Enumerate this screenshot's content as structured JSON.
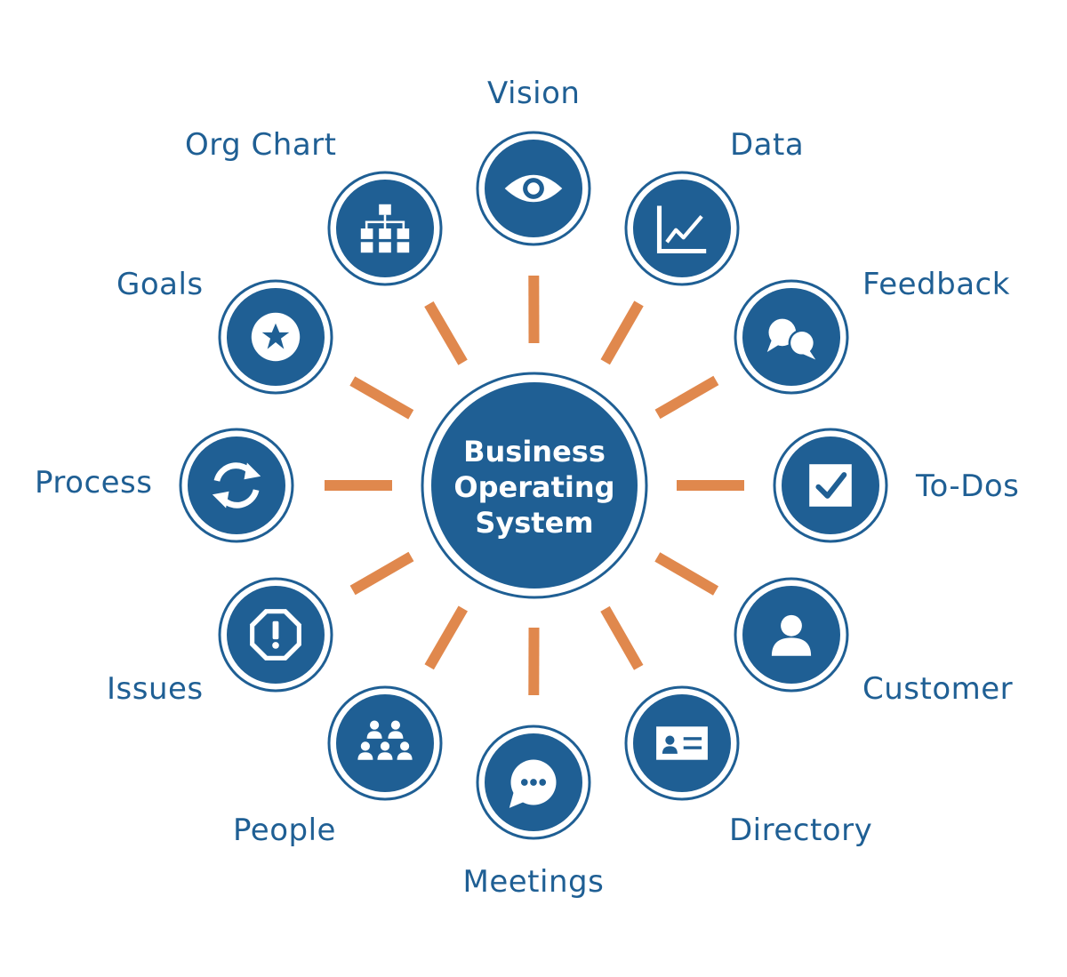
{
  "center": {
    "line1": "Business",
    "line2": "Operating",
    "line3": "System"
  },
  "nodes": [
    {
      "id": "vision",
      "label": "Vision",
      "icon": "eye-icon"
    },
    {
      "id": "data",
      "label": "Data",
      "icon": "line-chart-icon"
    },
    {
      "id": "feedback",
      "label": "Feedback",
      "icon": "chat-bubbles-icon"
    },
    {
      "id": "todos",
      "label": "To-Dos",
      "icon": "checkbox-icon"
    },
    {
      "id": "customer",
      "label": "Customer",
      "icon": "user-icon"
    },
    {
      "id": "directory",
      "label": "Directory",
      "icon": "id-card-icon"
    },
    {
      "id": "meetings",
      "label": "Meetings",
      "icon": "speech-bubble-icon"
    },
    {
      "id": "people",
      "label": "People",
      "icon": "group-icon"
    },
    {
      "id": "issues",
      "label": "Issues",
      "icon": "alert-octagon-icon"
    },
    {
      "id": "process",
      "label": "Process",
      "icon": "cycle-arrows-icon"
    },
    {
      "id": "goals",
      "label": "Goals",
      "icon": "star-icon"
    },
    {
      "id": "org-chart",
      "label": "Org Chart",
      "icon": "org-chart-icon"
    }
  ],
  "colors": {
    "primary": "#1f5f94",
    "connector": "#e0884d",
    "background": "#ffffff"
  }
}
